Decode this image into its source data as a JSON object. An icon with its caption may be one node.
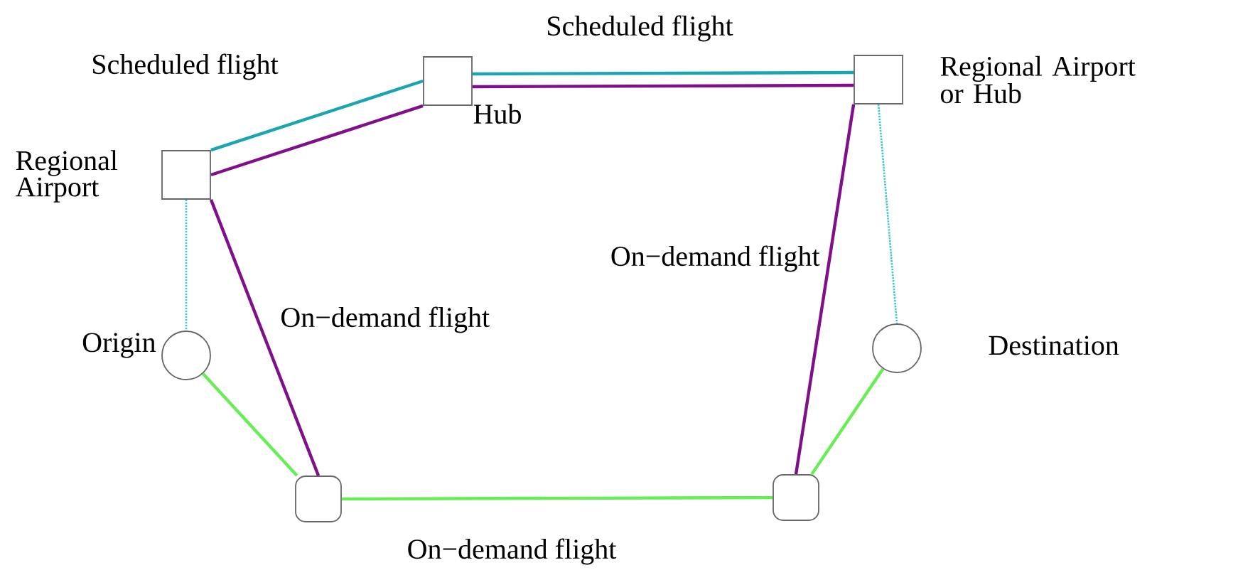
{
  "diagram": {
    "nodes": [
      {
        "text": [
          "Hub"
        ]
      },
      {
        "text": [
          "Regional Airport or Hub"
        ]
      },
      {
        "text": [
          "Regional Airport"
        ]
      },
      {
        "text": [
          "Origin"
        ]
      },
      {
        "text": [
          "Destination"
        ]
      },
      {
        "text": [],
        "shape": "box"
      },
      {
        "text": [],
        "shape": "box"
      }
    ],
    "edges": [
      {
        "from": 2,
        "to": 0,
        "arrow": "none",
        "color": "#1aa5b0"
      },
      {
        "from": 2,
        "to": 0,
        "arrow": "none"
      },
      {
        "from": 0,
        "to": 1,
        "arrow": "none",
        "color": "#1aa5b0"
      },
      {
        "from": 0,
        "to": 1,
        "arrow": "none"
      },
      {
        "from": 2,
        "to": 3,
        "arrow": "none",
        "style": "dashed",
        "color": "#3cc6d0"
      },
      {
        "from": 1,
        "to": 4,
        "arrow": "none",
        "style": "dashed",
        "color": "#3cc6d0"
      },
      {
        "from": 3,
        "to": 5,
        "arrow": "none",
        "color": "#66ee55"
      },
      {
        "from": 2,
        "to": 5,
        "arrow": "none"
      },
      {
        "from": 5,
        "to": 6,
        "arrow": "none",
        "color": "#66ee55"
      },
      {
        "from": 1,
        "to": 6,
        "arrow": "none"
      },
      {
        "from": 6,
        "to": 4,
        "arrow": "none",
        "color": "#66ee55"
      }
    ],
    "labels": [
      "Scheduled flight",
      "Scheduled flight",
      "On−demand flight",
      "On−demand flight",
      "On−demand flight"
    ]
  }
}
